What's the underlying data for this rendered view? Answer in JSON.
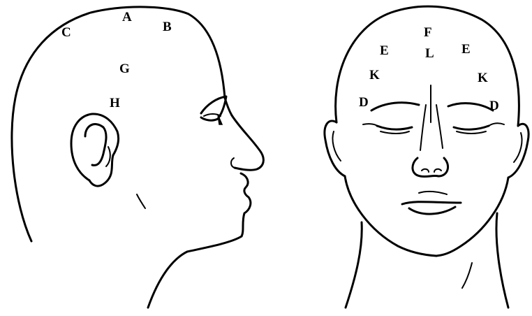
{
  "figure": {
    "side_view": {
      "labels": {
        "a": "A",
        "b": "B",
        "c": "C",
        "g": "G",
        "h": "H"
      }
    },
    "front_view": {
      "labels": {
        "f": "F",
        "l": "L",
        "e_left": "E",
        "e_right": "E",
        "k_left": "K",
        "k_right": "K",
        "d_left": "D",
        "d_right": "D"
      }
    },
    "colors": {
      "ink": "#000000",
      "background": "#ffffff"
    }
  }
}
